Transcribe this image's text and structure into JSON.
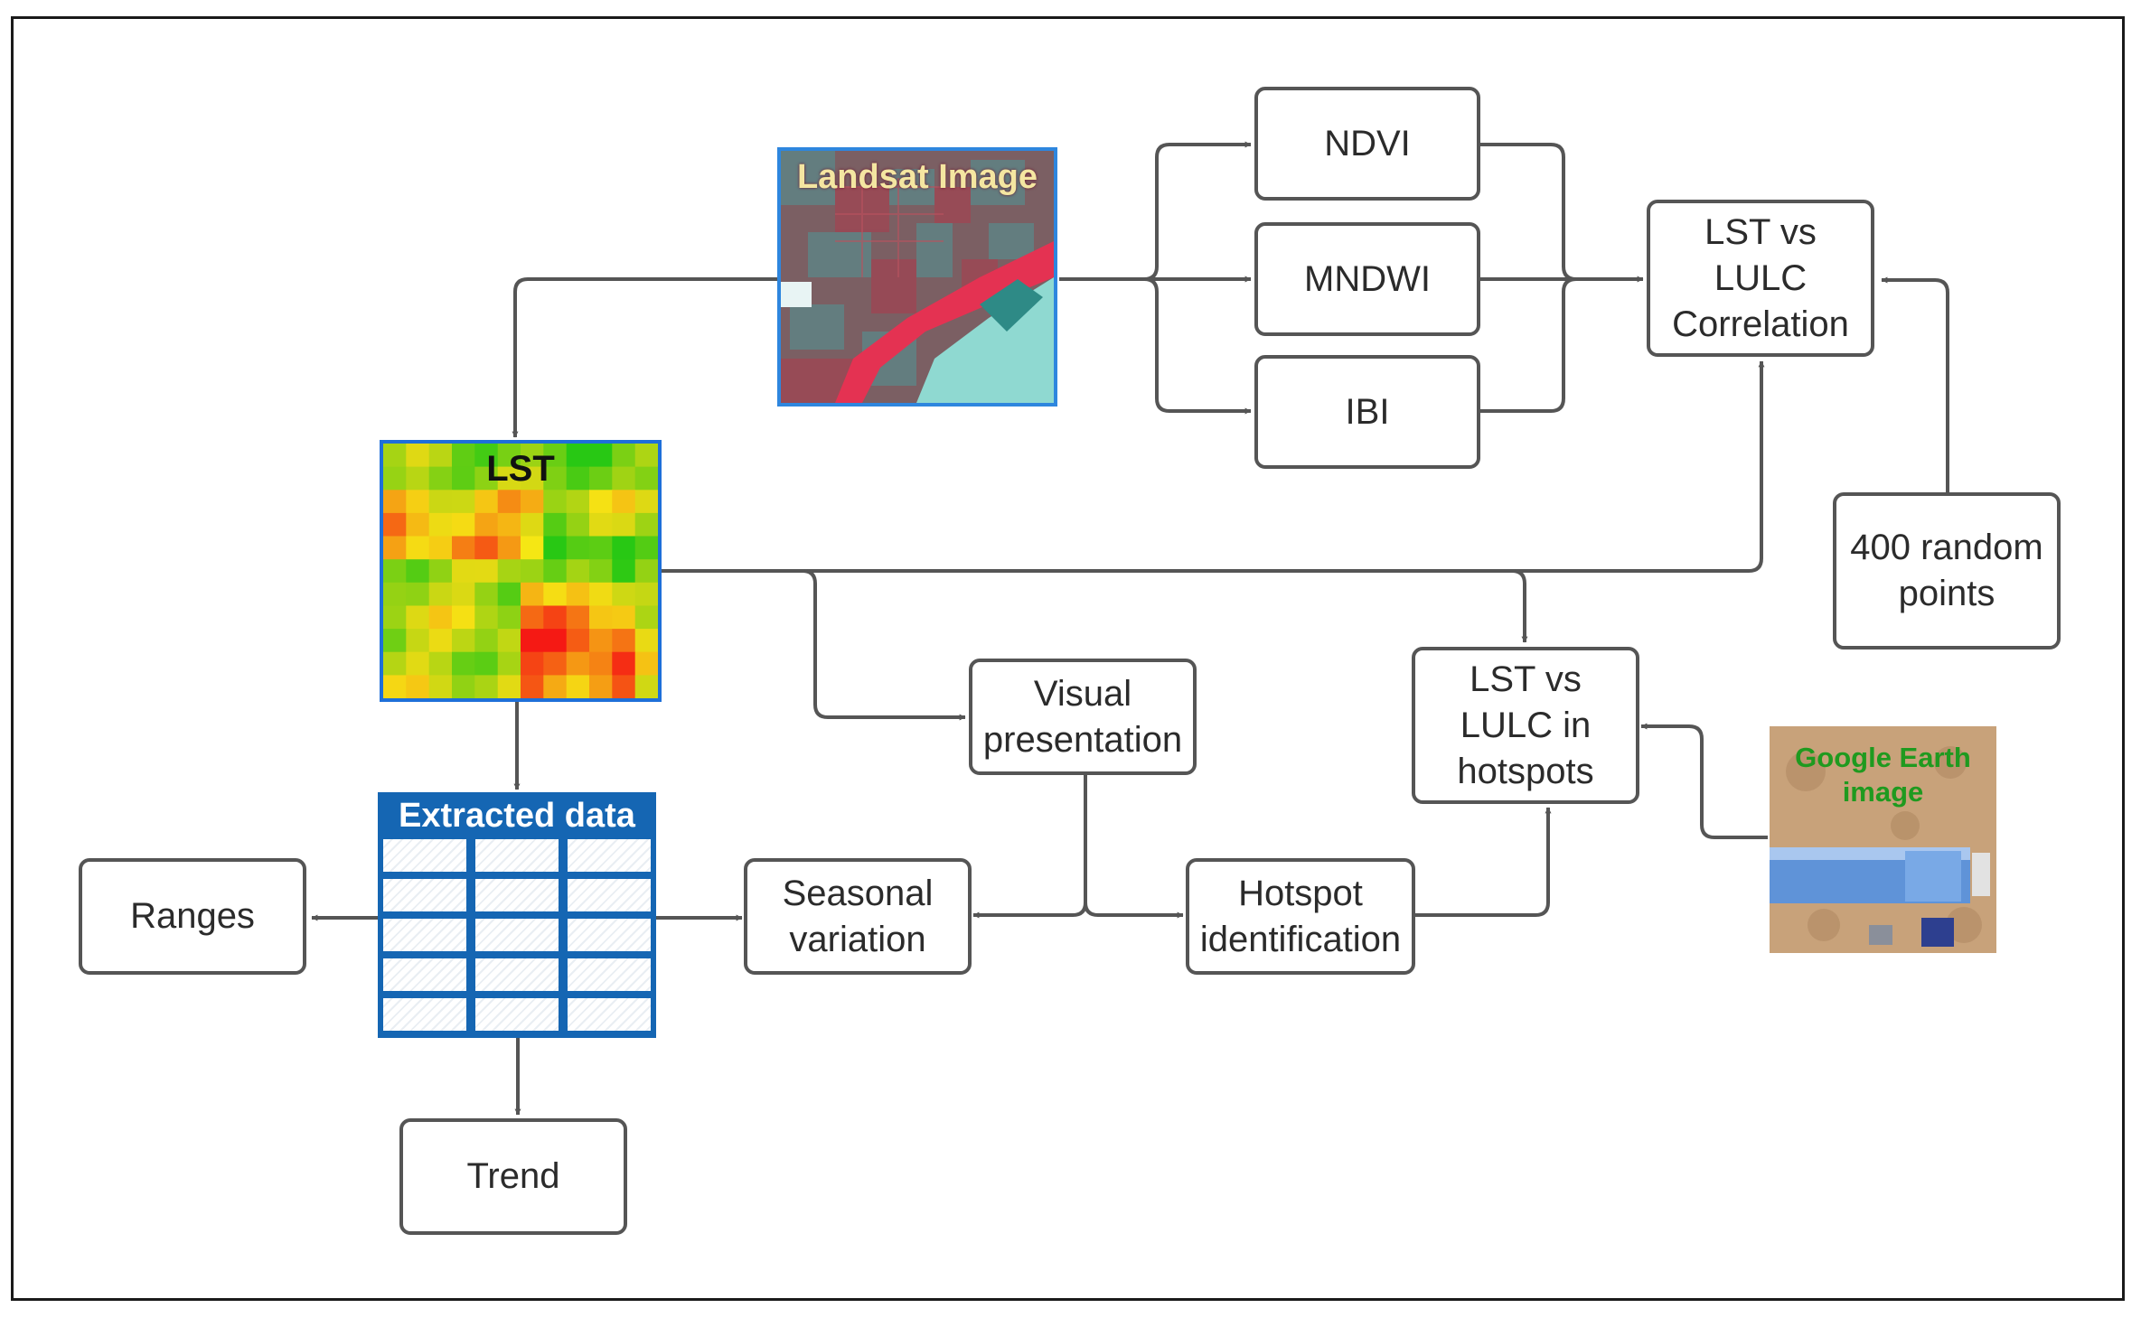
{
  "diagram": {
    "nodes": {
      "landsat_image": {
        "label": "Landsat Image"
      },
      "lst": {
        "label": "LST"
      },
      "extracted_data": {
        "label": "Extracted data"
      },
      "google_earth_image": {
        "label": "Google Earth\nimage"
      },
      "ndvi": {
        "label": "NDVI"
      },
      "mndwi": {
        "label": "MNDWI"
      },
      "ibi": {
        "label": "IBI"
      },
      "lst_lulc_correlation": {
        "label": "LST vs\nLULC\nCorrelation"
      },
      "random_points": {
        "label": "400 random\npoints"
      },
      "lst_lulc_hotspots": {
        "label": "LST vs\nLULC in\nhotspots"
      },
      "visual_presentation": {
        "label": "Visual\npresentation"
      },
      "ranges": {
        "label": "Ranges"
      },
      "seasonal_variation": {
        "label": "Seasonal\nvariation"
      },
      "hotspot_identification": {
        "label": "Hotspot\nidentification"
      },
      "trend": {
        "label": "Trend"
      }
    },
    "edges": [
      {
        "from": "landsat_image",
        "to": "ndvi"
      },
      {
        "from": "landsat_image",
        "to": "mndwi"
      },
      {
        "from": "landsat_image",
        "to": "ibi"
      },
      {
        "from": "landsat_image",
        "to": "lst"
      },
      {
        "from": "ndvi",
        "to": "lst_lulc_correlation"
      },
      {
        "from": "mndwi",
        "to": "lst_lulc_correlation"
      },
      {
        "from": "ibi",
        "to": "lst_lulc_correlation"
      },
      {
        "from": "random_points",
        "to": "lst_lulc_correlation"
      },
      {
        "from": "lst",
        "to": "lst_lulc_correlation"
      },
      {
        "from": "lst",
        "to": "lst_lulc_hotspots"
      },
      {
        "from": "lst",
        "to": "visual_presentation"
      },
      {
        "from": "lst",
        "to": "extracted_data"
      },
      {
        "from": "extracted_data",
        "to": "ranges"
      },
      {
        "from": "extracted_data",
        "to": "seasonal_variation"
      },
      {
        "from": "extracted_data",
        "to": "trend"
      },
      {
        "from": "visual_presentation",
        "to": "seasonal_variation"
      },
      {
        "from": "visual_presentation",
        "to": "hotspot_identification"
      },
      {
        "from": "hotspot_identification",
        "to": "lst_lulc_hotspots"
      },
      {
        "from": "google_earth_image",
        "to": "lst_lulc_hotspots"
      }
    ],
    "colors": {
      "box_border": "#555555",
      "connector": "#555555",
      "text": "#2b2b2b",
      "image_border": "#2e86de",
      "table_blue": "#1566b3",
      "landsat_title": "#f4e6a1",
      "google_earth_title": "#1f9a1f"
    }
  }
}
